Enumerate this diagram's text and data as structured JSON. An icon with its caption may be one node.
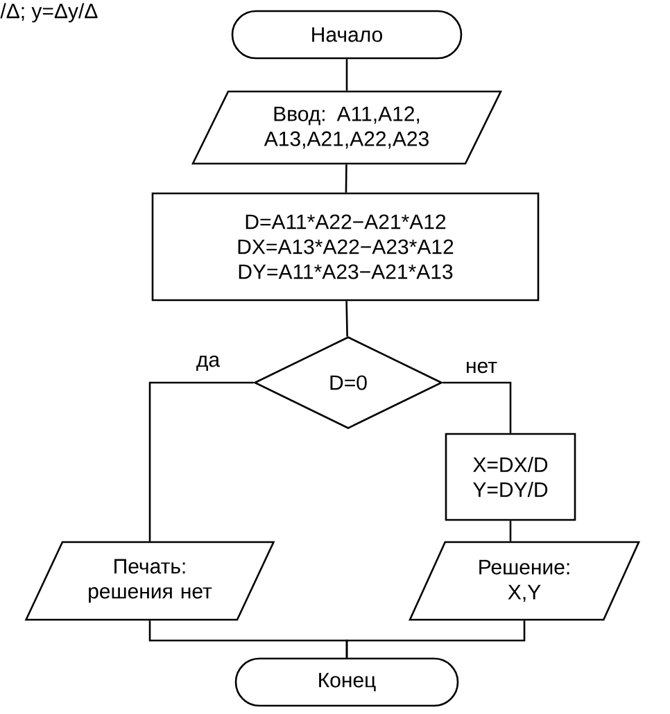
{
  "diagram": {
    "nodes": [
      {
        "text": [
          "Начало"
        ]
      },
      {
        "text": [
          "Ввод: A11,A12, A13,A21,A22,A23"
        ]
      },
      {
        "text": [
          "D=A11*A22−A21*A12",
          "DX=A13*A22−A23*A12",
          "DY=A11*A23−A21*A13"
        ]
      },
      {
        "text": [
          "D=0"
        ]
      },
      {
        "text": [
          "X=DX/D",
          "Y=DY/D"
        ]
      },
      {
        "text": [
          "Печать: решения нет"
        ]
      },
      {
        "text": [
          "Решение: X,Y"
        ]
      },
      {
        "text": [
          "Конец"
        ]
      }
    ],
    "edges": [
      {
        "from": 0,
        "to": 1,
        "arrow": "none"
      },
      {
        "from": 1,
        "to": 2,
        "arrow": "none"
      },
      {
        "from": 2,
        "to": 3,
        "arrow": "none"
      },
      {
        "from": 3,
        "to": 5,
        "arrow": "none",
        "label": "да"
      },
      {
        "from": 3,
        "to": 4,
        "arrow": "none",
        "label": "нет"
      },
      {
        "from": 4,
        "to": 6,
        "arrow": "none"
      },
      {
        "from": 5,
        "to": 7,
        "arrow": "none"
      },
      {
        "from": 6,
        "to": 7,
        "arrow": "none"
      }
    ],
    "labels": [
      "/Δ;  y=Δy/Δ"
    ]
  }
}
